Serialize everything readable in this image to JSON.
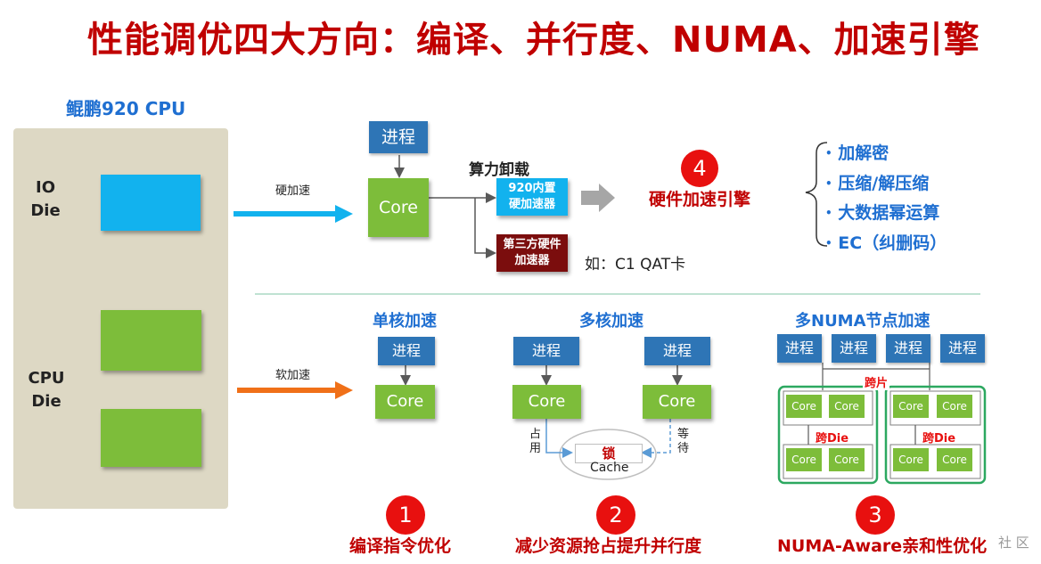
{
  "title": "性能调优四大方向：编译、并行度、NUMA、加速引擎",
  "cpu": {
    "title": "鲲鹏920 CPU",
    "io_die": [
      "IO",
      "Die"
    ],
    "cpu_die": [
      "CPU",
      "Die"
    ]
  },
  "hw": {
    "accel_label": "硬加速",
    "process": "进程",
    "core": "Core",
    "offload_title": "算力卸载",
    "builtin": [
      "920内置",
      "硬加速器"
    ],
    "third_party": [
      "第三方硬件",
      "加速器"
    ],
    "example": "如：C1 QAT卡",
    "num": "4",
    "engine": "硬件加速引擎",
    "bullets": [
      "加解密",
      "压缩/解压缩",
      "大数据幂运算",
      "EC（纠删码）"
    ]
  },
  "sw": {
    "accel_label": "软加速",
    "single": {
      "title": "单核加速",
      "process": "进程",
      "core": "Core"
    },
    "multi": {
      "title": "多核加速",
      "process": "进程",
      "core": "Core",
      "occupy": [
        "占",
        "用"
      ],
      "wait": [
        "等",
        "待"
      ],
      "lock": "锁",
      "cache": "Cache"
    },
    "numa": {
      "title": "多NUMA节点加速",
      "process": "进程",
      "cross_chip": "跨片",
      "cross_die": "跨Die",
      "core": "Core"
    }
  },
  "directions": [
    {
      "num": "1",
      "label": "编译指令优化"
    },
    {
      "num": "2",
      "label": "减少资源抢占提升并行度"
    },
    {
      "num": "3",
      "label": "NUMA-Aware亲和性优化"
    }
  ],
  "watermark": "社 区",
  "colors": {
    "accent_red": "#c00000",
    "accent_blue": "#1f6fd1",
    "core_green": "#7dbd3a",
    "process_blue": "#2e75b6",
    "hw_arrow": "#12b2ee",
    "sw_arrow": "#f07018"
  }
}
